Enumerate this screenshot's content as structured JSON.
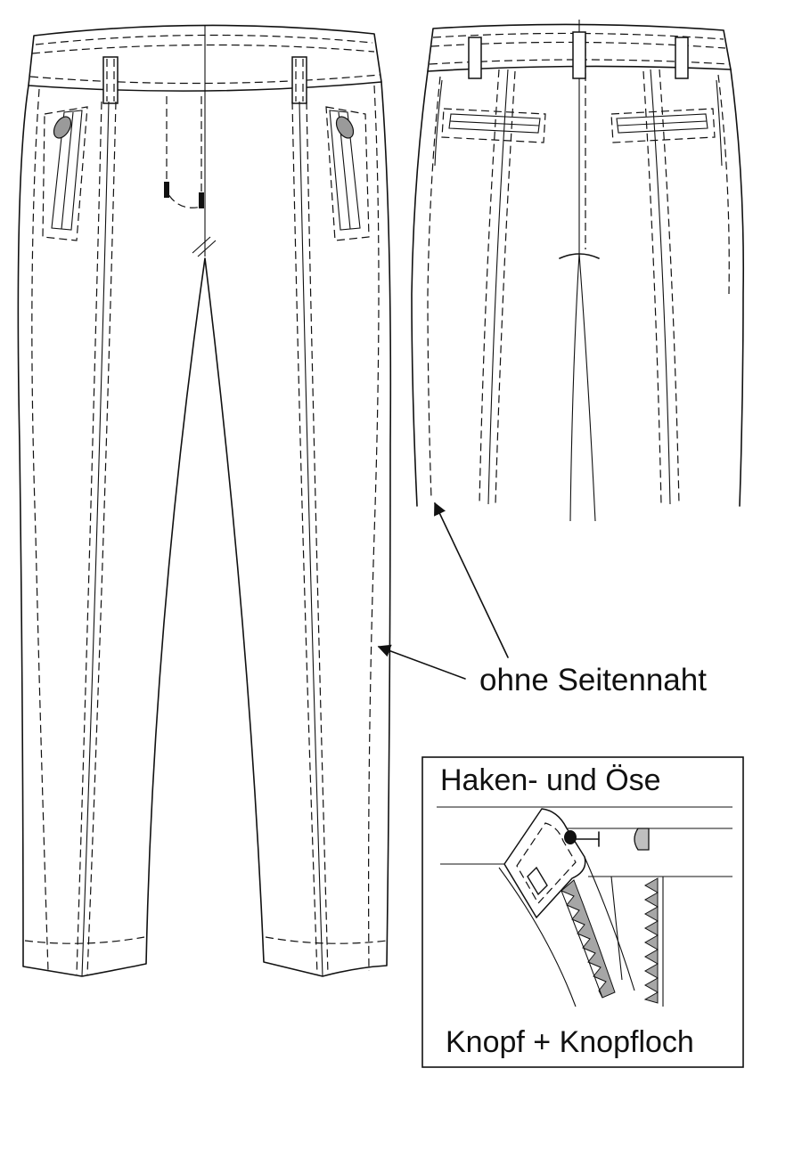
{
  "labels": {
    "no_side_seam": "ohne Seitennaht",
    "hook_and_eye": "Haken- und Öse",
    "button_buttonhole": "Knopf + Knopfloch"
  },
  "colors": {
    "line": "#111111",
    "zipper_fill": "#a6a6a6",
    "button_fill": "#9a9a9a",
    "background": "#ffffff"
  }
}
